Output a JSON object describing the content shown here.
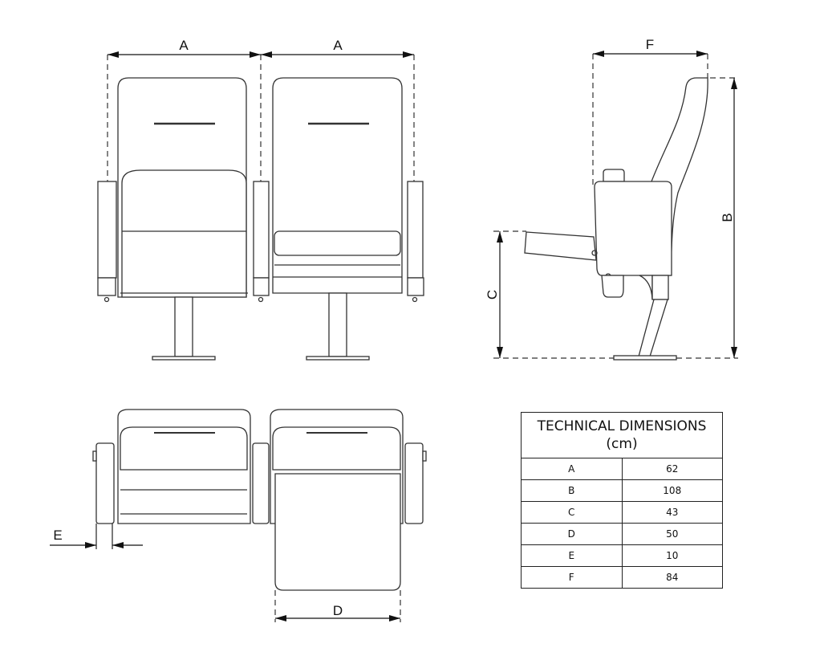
{
  "drawing": {
    "dimension_labels": {
      "A1": "A",
      "A2": "A",
      "B": "B",
      "C": "C",
      "D": "D",
      "E": "E",
      "F": "F"
    }
  },
  "table": {
    "title": "TECHNICAL DIMENSIONS",
    "unit": "(cm)",
    "rows": [
      {
        "key": "A",
        "value": "62"
      },
      {
        "key": "B",
        "value": "108"
      },
      {
        "key": "C",
        "value": "43"
      },
      {
        "key": "D",
        "value": "50"
      },
      {
        "key": "E",
        "value": "10"
      },
      {
        "key": "F",
        "value": "84"
      }
    ]
  }
}
